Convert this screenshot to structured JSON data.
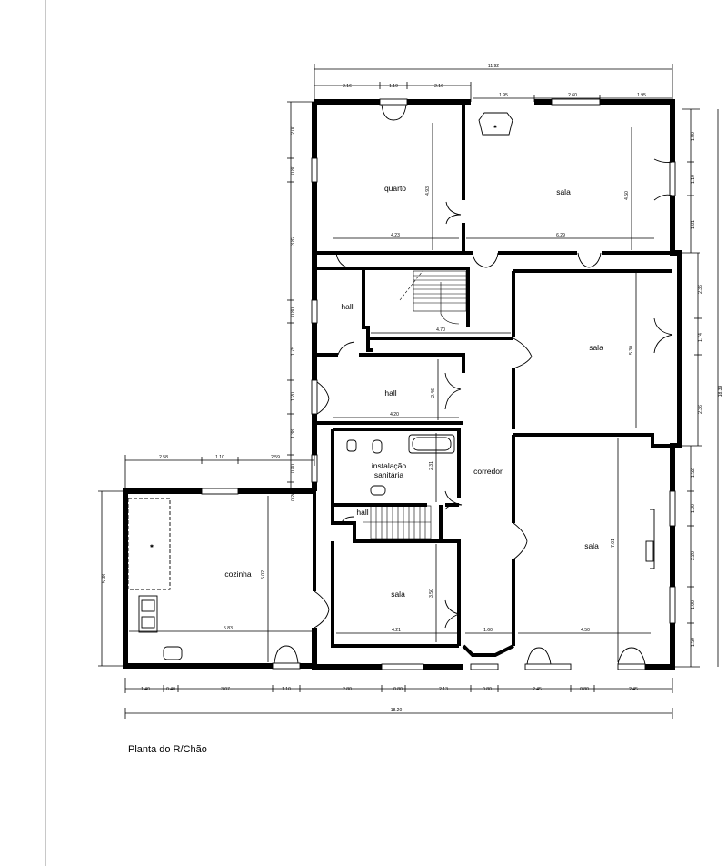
{
  "caption": "Planta do R/Chão",
  "rooms": {
    "quarto": "quarto",
    "sala_top": "sala",
    "hall_upper": "hall",
    "hall_mid": "hall",
    "sala_right_mid": "sala",
    "instalacao_1": "instalação",
    "instalacao_2": "sanitária",
    "corredor": "corredor",
    "hall_small": "hall",
    "cozinha": "cozinha",
    "sala_bottom": "sala",
    "sala_bottom_right": "sala"
  },
  "dimensions": {
    "top_total": "11.92",
    "top_a": "2.16",
    "top_b": "1.10",
    "top_c": "2.16",
    "top_d": "1.95",
    "top_e": "2.60",
    "top_f": "1.95",
    "kitchen_a": "2.58",
    "kitchen_b": "1.10",
    "kitchen_c": "2.59",
    "left_2_00": "2.00",
    "left_0_80a": "0.80",
    "left_3_82": "3.82",
    "left_0_80b": "0.80",
    "left_1_75": "1.75",
    "left_1_20": "1.20",
    "left_1_38": "1.38",
    "left_0_80c": "0.80",
    "left_0_26": "0.26",
    "kitchen_height": "5.98",
    "right_1_80": "1.80",
    "right_1_10": "1.10",
    "right_1_81": "1.81",
    "right_2_36a": "2.36",
    "right_1_74": "1.74",
    "right_2_36b": "2.36",
    "right_1_52": "1.52",
    "right_1_00a": "1.00",
    "right_2_20": "2.20",
    "right_1_00b": "1.00",
    "right_1_50": "1.50",
    "right_total": "18.39",
    "bot_1_40": "1.40",
    "bot_0_40": "0.40",
    "bot_3_07": "3.07",
    "bot_1_10": "1.10",
    "bot_2_80": "2.80",
    "bot_0_80a": "0.80",
    "bot_2_13": "2.13",
    "bot_0_80b": "0.80",
    "bot_2_45a": "2.45",
    "bot_0_80c": "0.80",
    "bot_2_45b": "2.45",
    "bot_total": "18.20",
    "in_4_23": "4.23",
    "in_6_29": "6.29",
    "in_4_93": "4.93",
    "in_4_50_top": "4.50",
    "in_4_70": "4.70",
    "in_5_30": "5.30",
    "in_2_46": "2.46",
    "in_4_20": "4.20",
    "in_2_31": "2.31",
    "in_5_02": "5.02",
    "in_5_83": "5.83",
    "in_3_50": "3.50",
    "in_4_21": "4.21",
    "in_1_60": "1.60",
    "in_7_01": "7.01",
    "in_4_50_bot": "4.50"
  }
}
